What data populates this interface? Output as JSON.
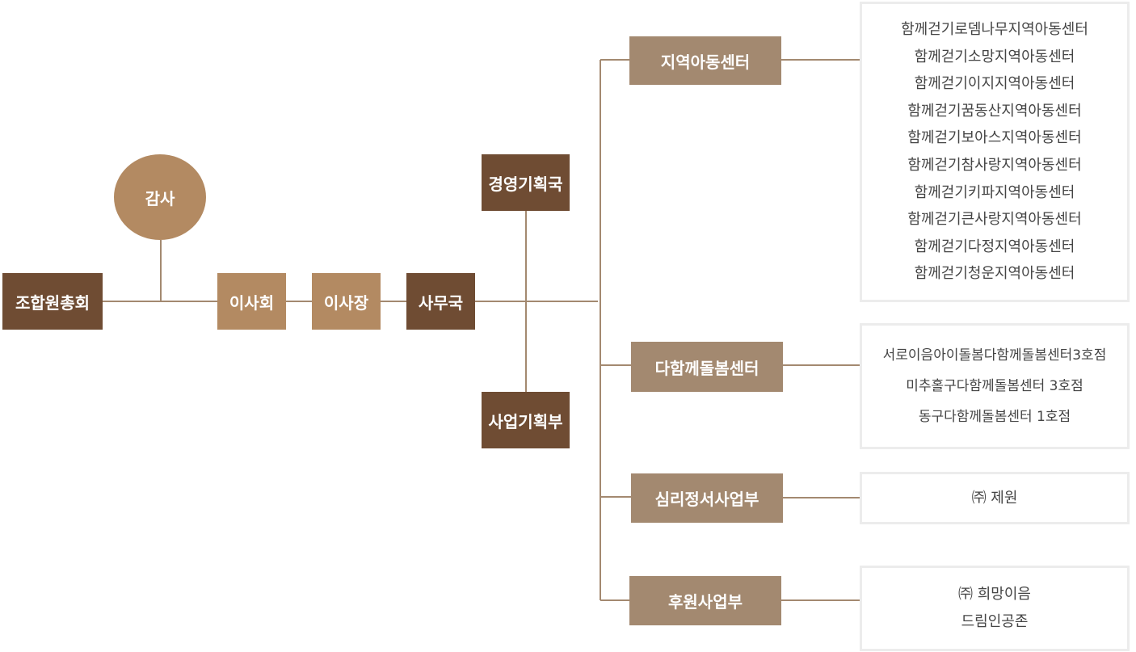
{
  "org": {
    "assembly": "조합원총회",
    "audit": "감사",
    "board": "이사회",
    "chairman": "이사장",
    "secretariat": "사무국",
    "management": "경영기획국",
    "business": "사업기획부"
  },
  "departments": [
    {
      "label": "지역아동센터",
      "items": [
        "함께걷기로뎀나무지역아동센터",
        "함께걷기소망지역아동센터",
        "함께걷기이지지역아동센터",
        "함께걷기꿈동산지역아동센터",
        "함께걷기보아스지역아동센터",
        "함께걷기참사랑지역아동센터",
        "함께걷기키파지역아동센터",
        "함께걷기큰사랑지역아동센터",
        "함께걷기다정지역아동센터",
        "함께걷기청운지역아동센터"
      ]
    },
    {
      "label": "다함께돌봄센터",
      "items": [
        "서로이음아이돌봄다함께돌봄센터3호점",
        "미추홀구다함께돌봄센터 3호점",
        "동구다함께돌봄센터 1호점"
      ]
    },
    {
      "label": "심리정서사업부",
      "items": [
        "㈜ 제원"
      ]
    },
    {
      "label": "후원사업부",
      "items": [
        "㈜ 희망이음",
        "드림인공존"
      ]
    }
  ],
  "colors": {
    "dark": "#6f4c33",
    "light": "#b38a62",
    "mid": "#a38970",
    "line": "#a38970",
    "box_border": "#ececec"
  }
}
